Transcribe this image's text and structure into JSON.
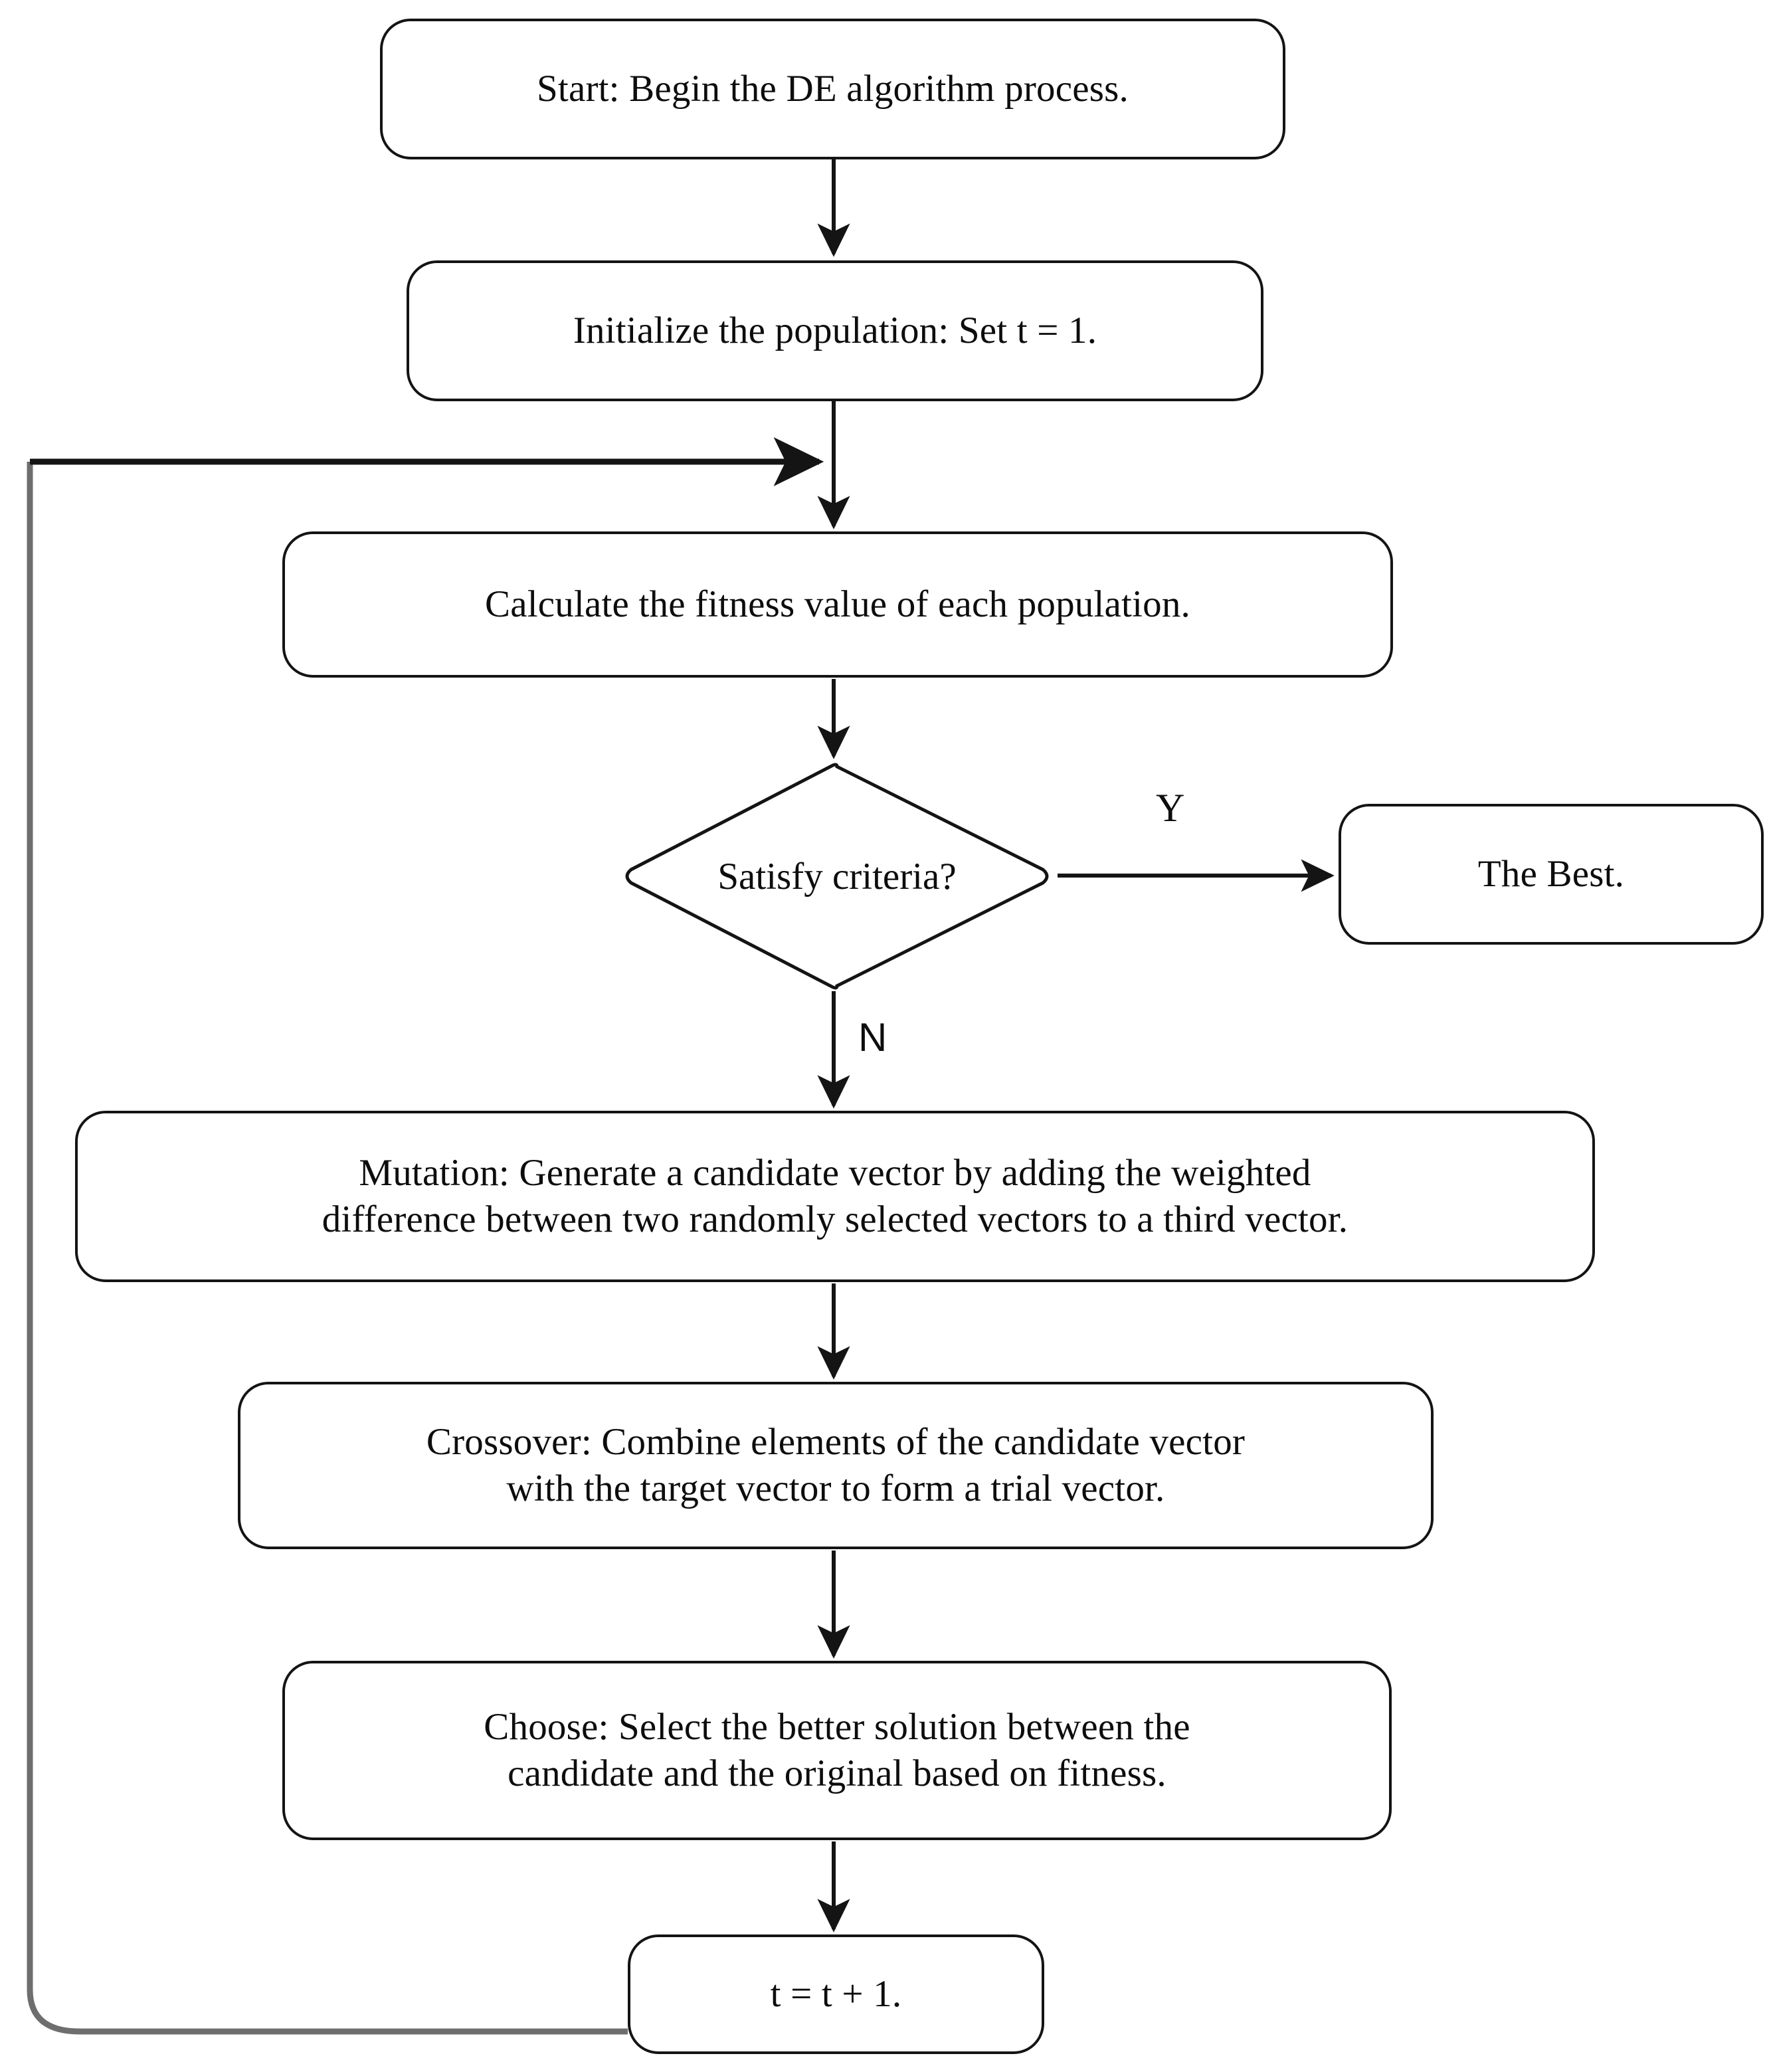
{
  "diagram": {
    "type": "flowchart",
    "title": "Differential Evolution (DE) algorithm flowchart",
    "colors": {
      "stroke": "#141414",
      "fill": "#ffffff",
      "text": "#0d0d0d",
      "feedback_line": "#6e6e6e"
    },
    "nodes": {
      "start": {
        "shape": "rounded-rect",
        "text": "Start: Begin the DE algorithm process."
      },
      "initialize": {
        "shape": "rounded-rect",
        "text": "Initialize the population: Set t = 1."
      },
      "fitness": {
        "shape": "rounded-rect",
        "text": "Calculate the fitness value of each population."
      },
      "decision": {
        "shape": "diamond",
        "text": "Satisfy criteria?"
      },
      "best": {
        "shape": "rounded-rect",
        "text": "The Best."
      },
      "mutation": {
        "shape": "rounded-rect",
        "line1": "Mutation: Generate a candidate vector by adding the weighted",
        "line2": "difference between two randomly selected vectors to a third vector."
      },
      "crossover": {
        "shape": "rounded-rect",
        "line1": "Crossover: Combine elements of the candidate vector",
        "line2": "with the target vector to form a trial vector."
      },
      "choose": {
        "shape": "rounded-rect",
        "line1": "Choose: Select the better solution between the",
        "line2": "candidate and the original based on fitness."
      },
      "increment": {
        "shape": "rounded-rect",
        "text": "t = t + 1."
      }
    },
    "edge_labels": {
      "yes": "Y",
      "no": "N"
    },
    "edges": [
      {
        "from": "start",
        "to": "initialize",
        "label": ""
      },
      {
        "from": "initialize",
        "to": "fitness",
        "label": ""
      },
      {
        "from": "fitness",
        "to": "decision",
        "label": ""
      },
      {
        "from": "decision",
        "to": "best",
        "label": "Y"
      },
      {
        "from": "decision",
        "to": "mutation",
        "label": "N"
      },
      {
        "from": "mutation",
        "to": "crossover",
        "label": ""
      },
      {
        "from": "crossover",
        "to": "choose",
        "label": ""
      },
      {
        "from": "choose",
        "to": "increment",
        "label": ""
      },
      {
        "from": "increment",
        "to": "fitness",
        "label": ""
      }
    ]
  }
}
